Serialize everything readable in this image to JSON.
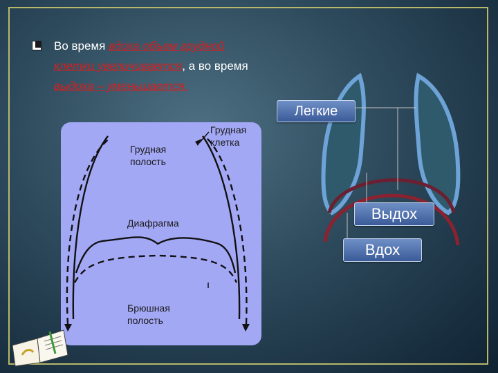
{
  "bullet": {
    "prefix": "Во время ",
    "inhale_word": "вдоха",
    "mid_red": " объем грудной клетки увеличивается",
    "mid_plain": ", а во время ",
    "end_red": "выдоха – уменьшается."
  },
  "diagram": {
    "label_chest_cage_line1": "Грудная",
    "label_chest_cage_line2": "клетка",
    "label_chest_cavity_line1": "Грудная",
    "label_chest_cavity_line2": "полость",
    "label_diaphragm": "Диафрагма",
    "label_abdominal_line1": "Брюшная",
    "label_abdominal_line2": "полость"
  },
  "tags": {
    "lungs": "Легкие",
    "exhale": "Выдох",
    "inhale": "Вдох"
  },
  "colors": {
    "accent_red": "#d32020",
    "panel": "#a3a8f5",
    "tag": "#4d6fb0",
    "lung_fill": "#2e5a6c",
    "lung_outline": "#6ea3d8",
    "diaphragm_red": "#8a2230"
  }
}
